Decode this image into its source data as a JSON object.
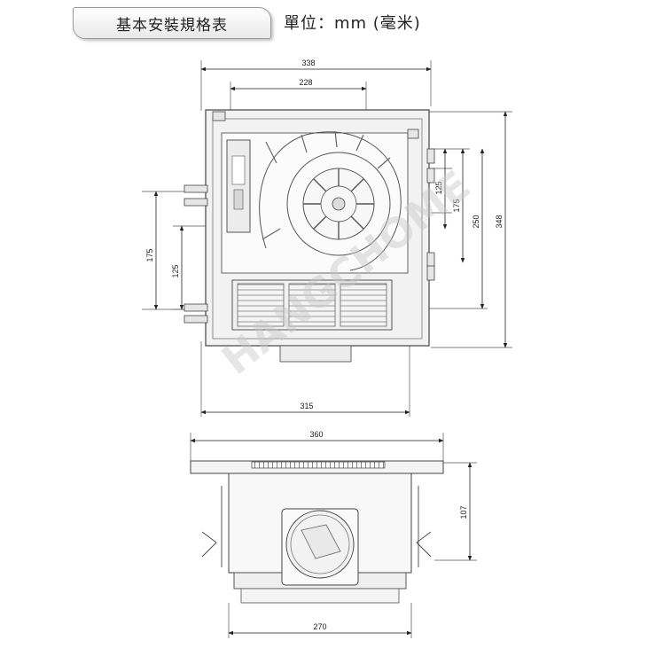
{
  "header": {
    "title": "基本安裝規格表",
    "unit": "單位：mm (毫米)"
  },
  "watermark": "HANGCHOME",
  "top_view": {
    "dimensions": {
      "overall_width": "338",
      "inner_width": "228",
      "right_125": "125",
      "right_175": "175",
      "right_250": "250",
      "overall_depth": "348",
      "left_175": "175",
      "left_125": "125",
      "bottom_width": "315"
    }
  },
  "side_view": {
    "dimensions": {
      "flange_width": "360",
      "height": "107",
      "body_width": "270"
    }
  }
}
